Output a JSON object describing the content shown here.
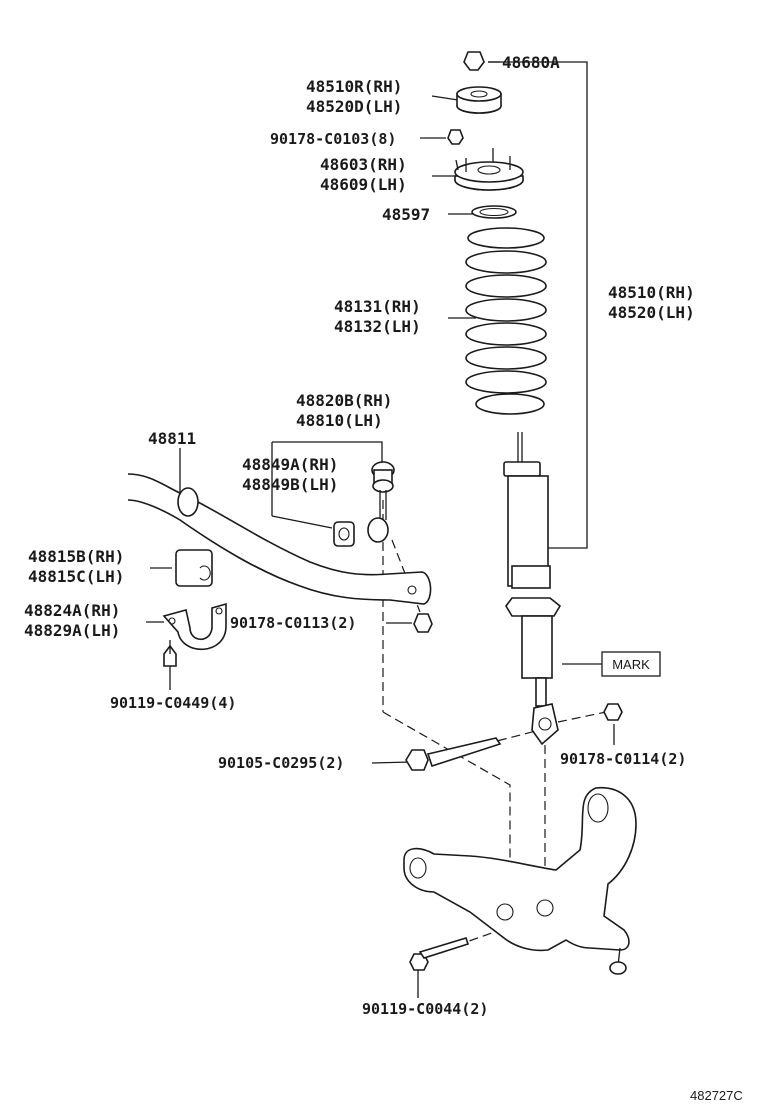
{
  "diagram_id": "482727C",
  "labels": {
    "nut_top": "48680A",
    "support_rh": "48510R(RH)",
    "support_lh": "48520D(LH)",
    "nut_8": "90178-C0103(8)",
    "mount_rh": "48603(RH)",
    "mount_lh": "48609(LH)",
    "insulator": "48597",
    "spring_rh": "48131(RH)",
    "spring_lh": "48132(LH)",
    "absorber_rh": "48510(RH)",
    "absorber_lh": "48520(LH)",
    "link_rh": "48820B(RH)",
    "link_lh": "48810(LH)",
    "stabilizer_bar": "48811",
    "link_bush_rh": "48849A(RH)",
    "link_bush_lh": "48849B(LH)",
    "bar_bush_rh": "48815B(RH)",
    "bar_bush_lh": "48815C(LH)",
    "bracket_rh": "48824A(RH)",
    "bracket_lh": "48829A(LH)",
    "nut_link": "90178-C0113(2)",
    "bolt_bracket": "90119-C0449(4)",
    "mark": "MARK",
    "bolt_lower": "90105-C0295(2)",
    "nut_lower": "90178-C0114(2)",
    "bolt_arm": "90119-C0044(2)"
  }
}
